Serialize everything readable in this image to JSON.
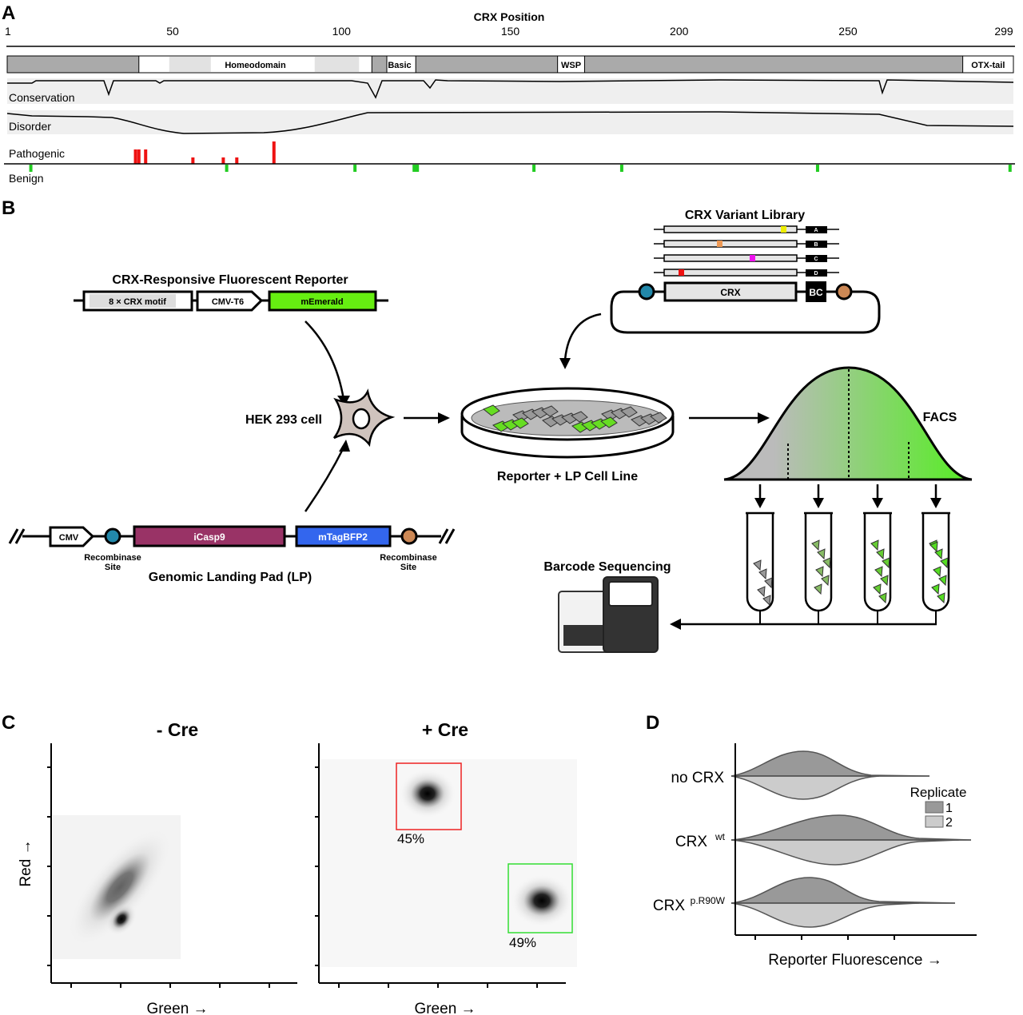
{
  "panels": {
    "a": "A",
    "b": "B",
    "c": "C",
    "d": "D"
  },
  "panel_a": {
    "axis_title": "CRX Position",
    "ticks": [
      1,
      50,
      100,
      150,
      200,
      250,
      299
    ],
    "domains": [
      {
        "label": "Homeodomain",
        "start": 40,
        "end": 109
      },
      {
        "label": "Basic",
        "start": 110,
        "end": 122
      },
      {
        "label": "WSP",
        "start": 164,
        "end": 172
      },
      {
        "label": "OTX-tail",
        "start": 284,
        "end": 299
      }
    ],
    "tracks": {
      "conservation": "Conservation",
      "disorder": "Disorder",
      "pathogenic": "Pathogenic",
      "benign": "Benign"
    },
    "pathogenic_positions": [
      39,
      40,
      42,
      56,
      65,
      69,
      80
    ],
    "benign_positions": [
      8,
      66,
      104,
      122,
      157,
      183,
      241,
      298
    ],
    "colors": {
      "pathogenic": "#ee1111",
      "benign": "#22cc22",
      "domain": "#aaaaaa"
    }
  },
  "panel_b": {
    "reporter_title": "CRX-Responsive Fluorescent Reporter",
    "reporter_parts": [
      "8 × CRX motif",
      "CMV-T6",
      "mEmerald"
    ],
    "library_title": "CRX Variant Library",
    "library_barcodes": [
      "A",
      "B",
      "C",
      "D"
    ],
    "crx_label": "CRX",
    "bc_label": "BC",
    "cell_label": "HEK 293 cell",
    "dish_label": "Reporter + LP Cell Line",
    "facs_label": "FACS",
    "seq_label": "Barcode Sequencing",
    "lp_parts": [
      "CMV",
      "iCasp9",
      "mTagBFP2"
    ],
    "recombinase_label": "Recombinase",
    "site_label": "Site",
    "lp_title": "Genomic Landing Pad (LP)",
    "colors": {
      "mEmerald": "#66ee11",
      "iCasp9": "#993366",
      "mTagBFP2": "#3366ee",
      "site1": "#2288aa",
      "site2": "#cc8855"
    }
  },
  "panel_c": {
    "left_title": "- Cre",
    "right_title": "+ Cre",
    "xlabel": "Green →",
    "ylabel": "Red →",
    "gates": [
      {
        "label": "45%",
        "color": "#ee2222"
      },
      {
        "label": "49%",
        "color": "#33dd33"
      }
    ]
  },
  "panel_d": {
    "categories": [
      "no CRX",
      "CRX",
      "CRX"
    ],
    "superscripts": [
      "",
      "wt",
      "p.R90W"
    ],
    "xlabel": "Reporter Fluorescence →",
    "legend_title": "Replicate",
    "legend": [
      {
        "name": "1",
        "color": "#999999"
      },
      {
        "name": "2",
        "color": "#cccccc"
      }
    ]
  }
}
